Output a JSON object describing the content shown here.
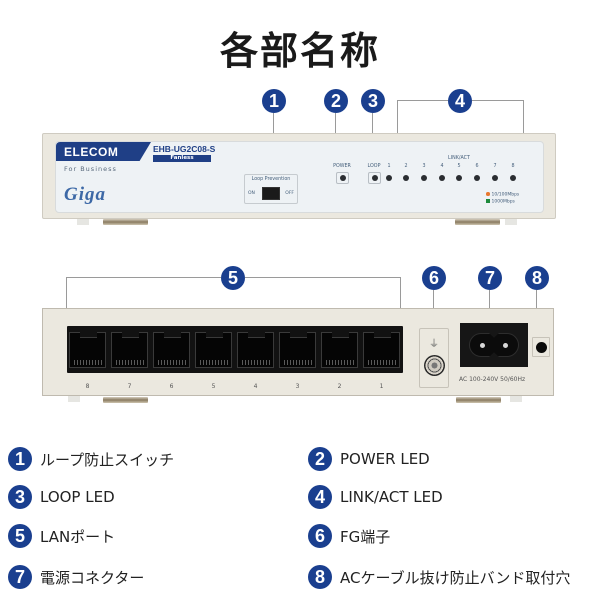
{
  "title": "各部名称",
  "colors": {
    "badge": "#1a3f8f",
    "brand": "#1f3f86",
    "led_10_100": "#e8772e",
    "led_1000": "#1e8a3c"
  },
  "front_panel": {
    "brand": "ELECOM",
    "brand_sub": "For Business",
    "series_logo": "Giga",
    "model": "EHB-UG2C08-S",
    "model_badge": "Fanless",
    "loop_prevention": {
      "label": "Loop Prevention",
      "on": "ON",
      "off": "OFF"
    },
    "power_label": "POWER",
    "loop_label": "LOOP",
    "link_act_label": "LINK/ACT",
    "port_leds": [
      "1",
      "2",
      "3",
      "4",
      "5",
      "6",
      "7",
      "8"
    ],
    "speed_legend": [
      {
        "label": "10/100Mbps",
        "color": "#e8772e"
      },
      {
        "label": "1000Mbps",
        "color": "#1e8a3c"
      }
    ]
  },
  "rear_panel": {
    "ports": [
      "8",
      "7",
      "6",
      "5",
      "4",
      "3",
      "2",
      "1"
    ],
    "fg_symbol": "⏚",
    "ac_label": "AC 100-240V  50/60Hz"
  },
  "callouts": [
    "1",
    "2",
    "3",
    "4",
    "5",
    "6",
    "7",
    "8"
  ],
  "legend": [
    {
      "num": "1",
      "label": "ループ防止スイッチ"
    },
    {
      "num": "2",
      "label": "POWER LED"
    },
    {
      "num": "3",
      "label": "LOOP LED"
    },
    {
      "num": "4",
      "label": "LINK/ACT LED"
    },
    {
      "num": "5",
      "label": "LANポート"
    },
    {
      "num": "6",
      "label": "FG端子"
    },
    {
      "num": "7",
      "label": "電源コネクター"
    },
    {
      "num": "8",
      "label": "ACケーブル抜け防止バンド取付穴"
    }
  ]
}
